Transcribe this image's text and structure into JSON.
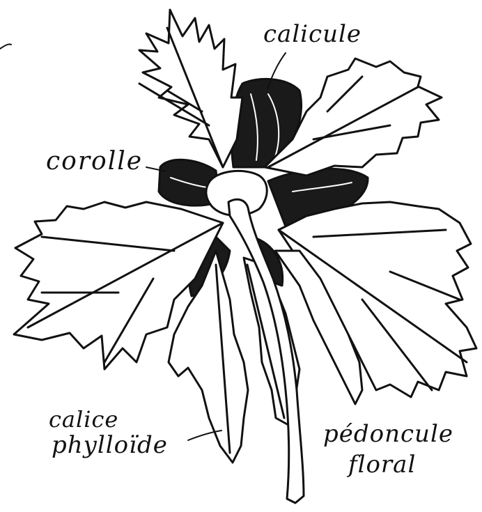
{
  "labels": {
    "calicule": "calicule",
    "corolle": "corolle",
    "calice_line1": "calice",
    "calice_line2": "phylloïde",
    "pedoncule_line1": "pédoncule",
    "pedoncule_line2": "floral"
  },
  "colors": {
    "ink": "#111111",
    "paper": "#ffffff"
  }
}
